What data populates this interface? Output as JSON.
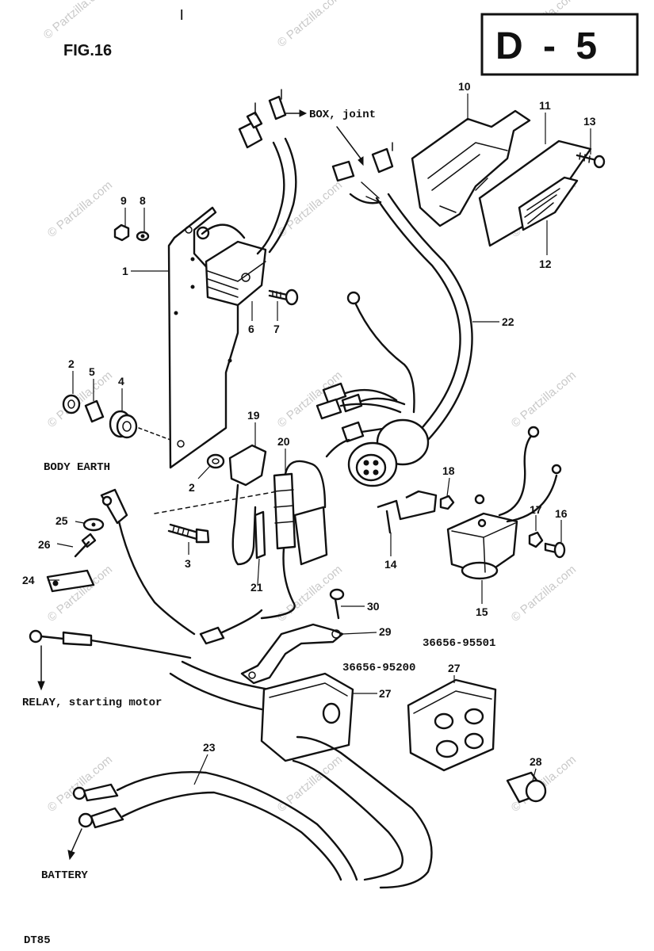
{
  "figure_label": "FIG.16",
  "section_badge": "D - 5",
  "model_code": "DT85",
  "watermark": "© Partzilla.com",
  "destinations": {
    "box_joint": "BOX, joint",
    "body_earth": "BODY EARTH",
    "relay_starting_motor": "RELAY, starting motor",
    "battery": "BATTERY"
  },
  "part_numbers": {
    "cover_a": "36656-95200",
    "cover_b": "36656-95501"
  },
  "callouts": {
    "n1": "1",
    "n2a": "2",
    "n2b": "2",
    "n3": "3",
    "n4": "4",
    "n5": "5",
    "n6": "6",
    "n7": "7",
    "n8": "8",
    "n9": "9",
    "n10": "10",
    "n11": "11",
    "n12": "12",
    "n13": "13",
    "n14": "14",
    "n15": "15",
    "n16": "16",
    "n17": "17",
    "n18": "18",
    "n19": "19",
    "n20": "20",
    "n21": "21",
    "n22": "22",
    "n23": "23",
    "n24": "24",
    "n25": "25",
    "n26": "26",
    "n27a": "27",
    "n27b": "27",
    "n28a": "28",
    "n29": "29",
    "n30": "30"
  }
}
